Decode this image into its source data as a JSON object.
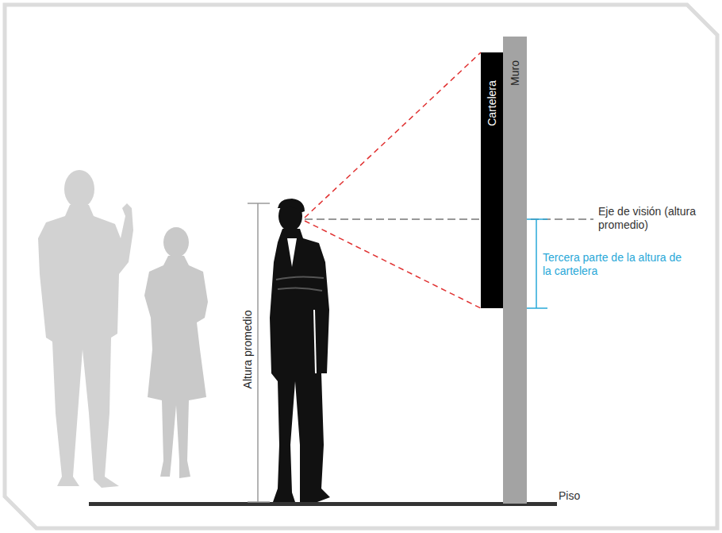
{
  "diagram": {
    "nodes": [
      {
        "text": [
          "Cartelera"
        ]
      },
      {
        "text": [
          "Muro"
        ]
      }
    ],
    "labels": [
      "Altura promedio",
      "Eje de visión (altura promedio)",
      "Tercera parte de la altura de la cartelera",
      "Piso"
    ]
  }
}
